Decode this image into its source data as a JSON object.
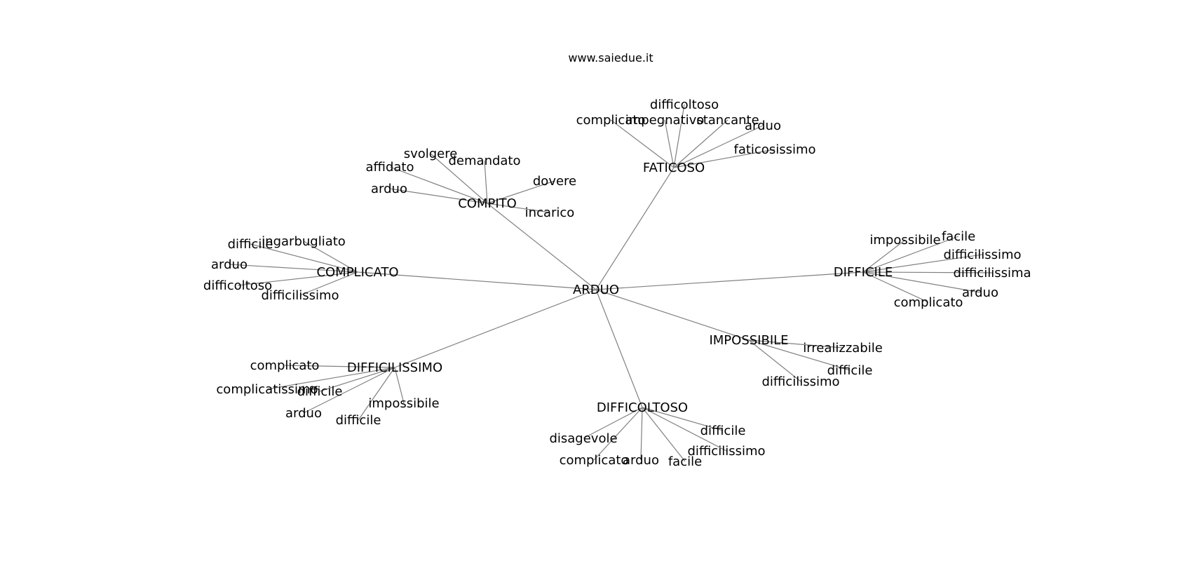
{
  "site": "www.saiedue.it",
  "edge_color": "#808080",
  "text_color": "#000000",
  "graph": {
    "root": "ARDUO",
    "hubs": [
      {
        "word": "COMPITO",
        "leaves": [
          "svolgere",
          "demandato",
          "affidato",
          "dovere",
          "arduo",
          "incarico"
        ]
      },
      {
        "word": "FATICOSO",
        "leaves": [
          "difficoltoso",
          "complicato",
          "impegnativo",
          "stancante",
          "arduo",
          "faticosissimo"
        ]
      },
      {
        "word": "COMPLICATO",
        "leaves": [
          "difficile",
          "ingarbugliato",
          "arduo",
          "difficoltoso",
          "difficilissimo"
        ]
      },
      {
        "word": "DIFFICILE",
        "leaves": [
          "impossibile",
          "facile",
          "difficilissimo",
          "difficilissima",
          "arduo",
          "complicato"
        ]
      },
      {
        "word": "IMPOSSIBILE",
        "leaves": [
          "irrealizzabile",
          "difficile",
          "difficilissimo"
        ]
      },
      {
        "word": "DIFFICILISSIMO",
        "leaves": [
          "complicato",
          "complicatissimo",
          "difficile",
          "impossibile",
          "arduo",
          "difficile"
        ]
      },
      {
        "word": "DIFFICOLTOSO",
        "leaves": [
          "disagevole",
          "difficile",
          "difficilissimo",
          "complicato",
          "arduo",
          "facile"
        ]
      }
    ]
  }
}
